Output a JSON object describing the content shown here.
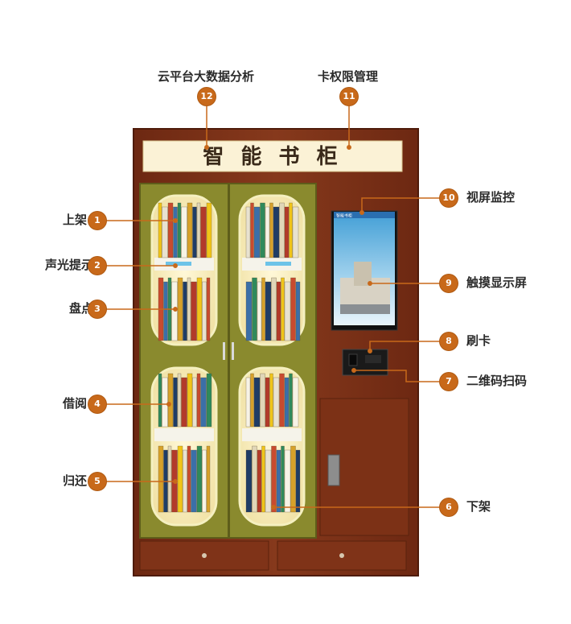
{
  "cabinet": {
    "sign_text": "智 能 书 柜",
    "screen_header": "智能书柜",
    "colors": {
      "cabinet": "#7a2f16",
      "door_frame": "#8f8a2a",
      "shelf_light": "#f7efc8",
      "accent": "#c8691a"
    }
  },
  "callouts": [
    {
      "num": "1",
      "label": "上架"
    },
    {
      "num": "2",
      "label": "声光提示"
    },
    {
      "num": "3",
      "label": "盘点"
    },
    {
      "num": "4",
      "label": "借阅"
    },
    {
      "num": "5",
      "label": "归还"
    },
    {
      "num": "6",
      "label": "下架"
    },
    {
      "num": "7",
      "label": "二维码扫码"
    },
    {
      "num": "8",
      "label": "刷卡"
    },
    {
      "num": "9",
      "label": "触摸显示屏"
    },
    {
      "num": "10",
      "label": "视屏监控"
    },
    {
      "num": "11",
      "label": "卡权限管理"
    },
    {
      "num": "12",
      "label": "云平台大数据分析"
    }
  ]
}
